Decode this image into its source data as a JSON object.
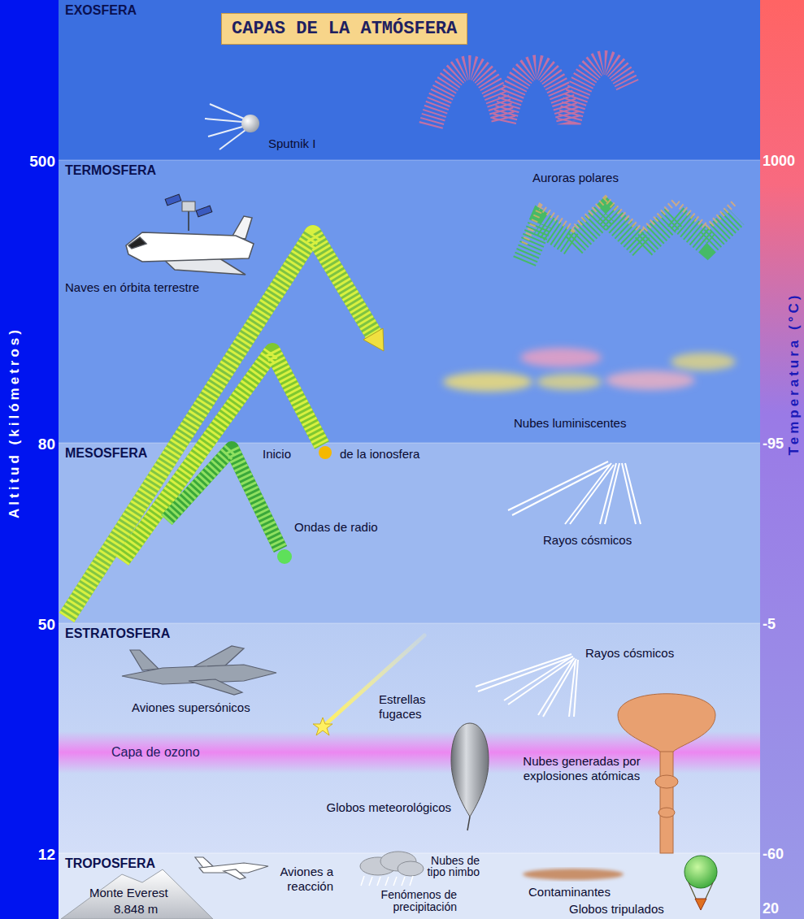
{
  "diagram": {
    "title": "CAPAS DE LA ATMÓSFERA",
    "nodes": [
      {
        "text": [
          "EXOSFERA"
        ]
      },
      {
        "text": [
          "TERMOSFERA"
        ]
      },
      {
        "text": [
          "MESOSFERA"
        ]
      },
      {
        "text": [
          "ESTRATOSFERA"
        ]
      },
      {
        "text": [
          "TROPOSFERA"
        ]
      },
      {
        "text": [
          "Capa de ozono"
        ],
        "in": 3
      }
    ],
    "labels": [
      "Sputnik I",
      "Auroras polares",
      "Naves en órbita terrestre",
      "Inicio",
      "de la ionosfera",
      "Nubes luminiscentes",
      "Ondas de radio",
      "Rayos cósmicos",
      "Aviones supersónicos",
      "Estrellas fugaces",
      "Rayos cósmicos",
      "Globos meteorológicos",
      "Nubes generadas por explosiones atómicas",
      "Aviones a reacción",
      "Monte Everest",
      "8.848 m",
      "Nubes de tipo nimbo",
      "Fenómenos de precipitación",
      "Contaminantes",
      "Globos tripulados",
      "Altitud (kilómetros)",
      "Temperatura (°C)",
      "500",
      "80",
      "50",
      "12",
      "1000",
      "-95",
      "-5",
      "-60",
      "20"
    ]
  }
}
